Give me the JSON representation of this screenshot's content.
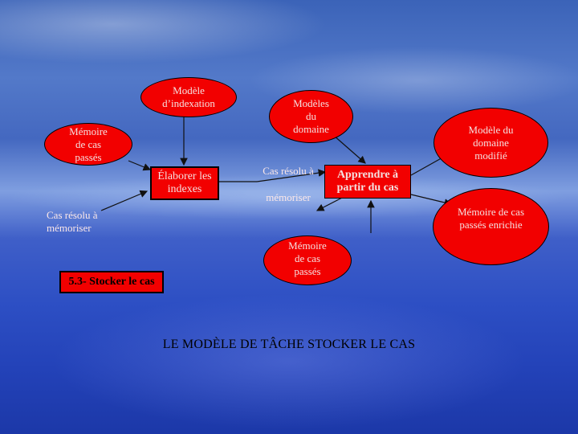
{
  "nodes": {
    "modele_indexation": "Modèle d’indexation",
    "memoire_cas_passes_top": "Mémoire de cas passés",
    "modeles_domaine": "Modèles du domaine",
    "modele_domaine_modifie": "Modèle du domaine modifié",
    "elaborer_indexes": "Élaborer les indexes",
    "cas_resolu_top": "Cas résolu à",
    "memoriser": "mémoriser",
    "apprendre": "Apprendre à partir du cas",
    "cas_resolu_left": "Cas résolu à mémoriser",
    "memoire_enrichie": "Mémoire de cas passés enrichie",
    "stocker_cas": "5.3- Stocker le cas",
    "memoire_cas_passes_bottom": "Mémoire de cas passés"
  },
  "title": "LE MODÈLE DE TÂCHE STOCKER LE CAS",
  "colors": {
    "node_fill": "#f20000",
    "node_border": "#000000",
    "title": "#000000"
  }
}
